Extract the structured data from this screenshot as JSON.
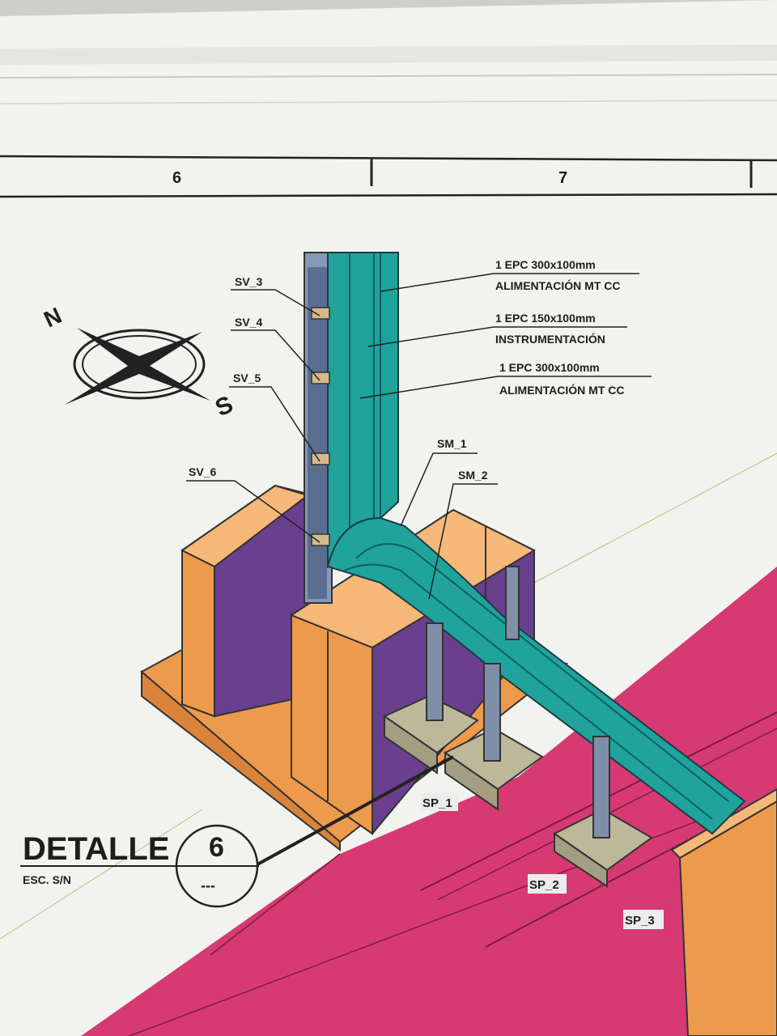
{
  "grid": {
    "columns": [
      "6",
      "7"
    ]
  },
  "compass": {
    "north": "N",
    "south": "S"
  },
  "cable_trays": [
    {
      "spec": "1 EPC 300x100mm",
      "use": "ALIMENTACIÓN MT CC"
    },
    {
      "spec": "1 EPC 150x100mm",
      "use": "INSTRUMENTACIÓN"
    },
    {
      "spec": "1 EPC 300x100mm",
      "use": "ALIMENTACIÓN MT CC"
    }
  ],
  "vertical_supports": [
    "SV_3",
    "SV_4",
    "SV_5",
    "SV_6"
  ],
  "wall_supports": [
    "SM_1",
    "SM_2"
  ],
  "post_supports": [
    "SP_1",
    "SP_2",
    "SP_3"
  ],
  "detail": {
    "title": "DETALLE",
    "scale": "ESC. S/N",
    "number": "6",
    "sheet": "---"
  },
  "colors": {
    "paper": "#f4f4f1",
    "cable_tray": "#1fa39a",
    "wall_orange": "#ee9a4c",
    "wall_purple": "#6a3f8e",
    "ground_magenta": "#d73a72",
    "footing_concrete": "#bdb89a",
    "post_steel": "#7f8fa8"
  }
}
